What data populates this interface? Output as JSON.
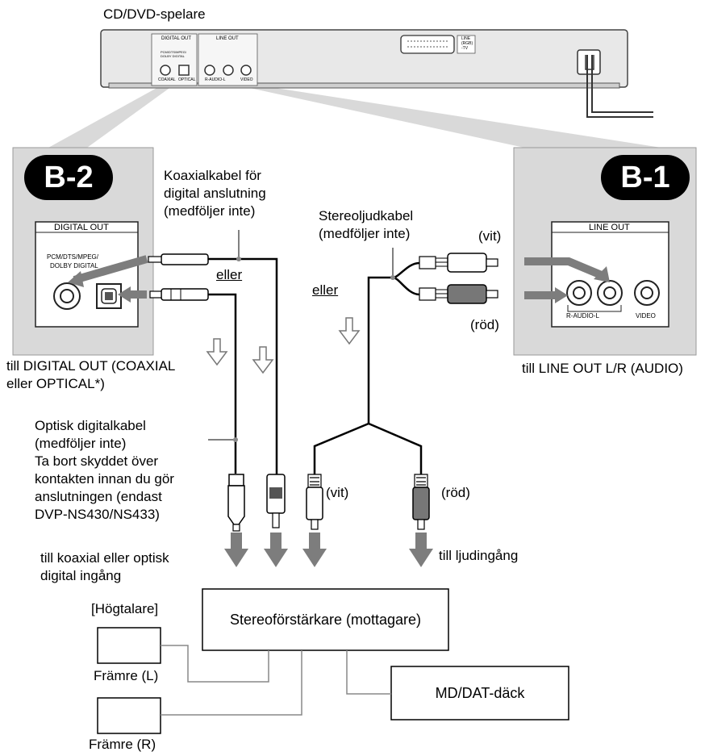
{
  "player": {
    "title": "CD/DVD-spelare",
    "digital_out": "DIGITAL OUT",
    "line_out": "LINE OUT",
    "pcm_small": "PCM/DTS/MPEG/",
    "dolby_small": "DOLBY DIGITAL",
    "coaxial_small": "COAXIAL",
    "optical_small": "OPTICAL",
    "raudio_small": "R-AUDIO-L",
    "video_small": "VIDEO",
    "scart_small_1": "LINE",
    "scart_small_2": "(RGB)",
    "scart_small_3": "-TV"
  },
  "b2": {
    "badge": "B-2",
    "panel_title": "DIGITAL OUT",
    "pcm": "PCM/DTS/MPEG/",
    "dolby": "DOLBY DIGITAL"
  },
  "b1": {
    "badge": "B-1",
    "panel_title": "LINE OUT",
    "raudio": "R-AUDIO-L",
    "video": "VIDEO"
  },
  "labels": {
    "coax_1": "Koaxialkabel för",
    "coax_2": "digital anslutning",
    "coax_3": "(medföljer inte)",
    "or_1": "eller",
    "or_2": "eller",
    "stereo_1": "Stereoljudkabel",
    "stereo_2": "(medföljer inte)",
    "white_top": "(vit)",
    "red_top": "(röd)",
    "to_digital_1": "till DIGITAL OUT (COAXIAL",
    "to_digital_2": "eller OPTICAL*)",
    "to_line_out": "till LINE OUT L/R (AUDIO)",
    "optical_1": "Optisk digitalkabel",
    "optical_2": "(medföljer inte)",
    "optical_3": "Ta bort skyddet över",
    "optical_4": "kontakten innan du gör",
    "optical_5": "anslutningen (endast",
    "optical_6": "DVP-NS430/NS433)",
    "white_bottom": "(vit)",
    "red_bottom": "(röd)",
    "to_coax_1": "till koaxial eller optisk",
    "to_coax_2": "digital ingång",
    "to_audio_in": "till ljudingång",
    "speakers": "[Högtalare]",
    "amp": "Stereoförstärkare (mottagare)",
    "md_dat": "MD/DAT-däck",
    "front_l": "Främre (L)",
    "front_r": "Främre (R)"
  }
}
